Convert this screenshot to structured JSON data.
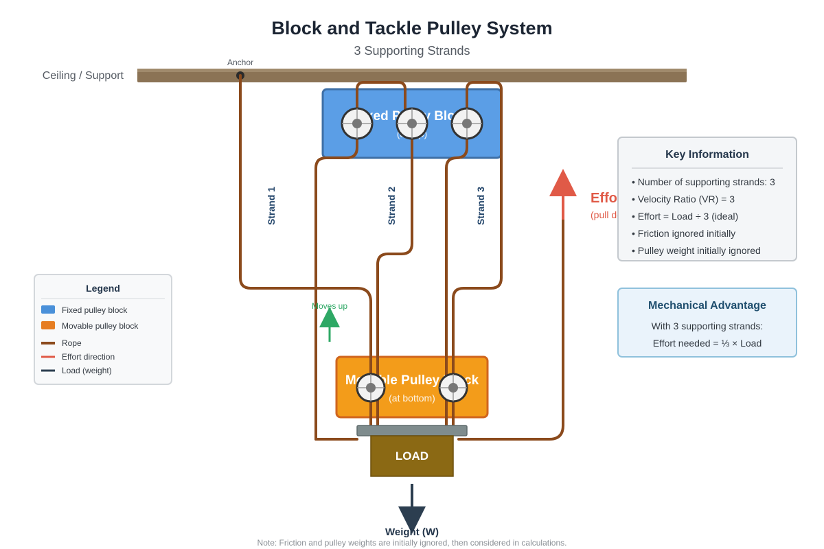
{
  "title": "Block and Tackle Pulley System",
  "subtitle": "3 Supporting Strands",
  "ceiling_label": "Ceiling / Support",
  "anchor_label": "Anchor",
  "fixed_block": {
    "title": "Fixed Pulley Block",
    "subtitle": "(at top)"
  },
  "movable_block": {
    "title": "Movable Pulley Block",
    "subtitle": "(at bottom)"
  },
  "strands": [
    "Strand 1",
    "Strand 2",
    "Strand 3"
  ],
  "moves_up_label": "Moves up",
  "effort": {
    "label": "Effort",
    "sub": "(pull down)"
  },
  "load_label": "LOAD",
  "weight_label": "Weight (W)",
  "legend": {
    "title": "Legend",
    "items": [
      {
        "label": "Fixed pulley block",
        "color": "#4a90d9"
      },
      {
        "label": "Movable pulley block",
        "color": "#e67e22"
      },
      {
        "label": "Rope",
        "color": "#8b4a1c"
      },
      {
        "label": "Effort direction",
        "color": "#e05a47"
      },
      {
        "label": "Load (weight)",
        "color": "#2c3e50"
      }
    ]
  },
  "key_info": {
    "title": "Key Information",
    "items": [
      "• Number of supporting strands: 3",
      "• Velocity Ratio (VR) = 3",
      "• Effort = Load ÷ 3 (ideal)",
      "• Friction ignored initially",
      "• Pulley weight initially ignored"
    ]
  },
  "mechanical_advantage": {
    "title": "Mechanical Advantage",
    "lines": [
      "With 3 supporting strands:",
      "Effort needed = ⅓ × Load"
    ]
  },
  "note": "Note: Friction and pulley weights are initially ignored, then considered in calculations.",
  "colors": {
    "fixed_block": "#5b9ee6",
    "fixed_border": "#3e6fa6",
    "movable_block": "#f39c1a",
    "movable_border": "#d0651d",
    "rope": "#8b4a1c",
    "effort": "#e05a47",
    "load": "#8b6914",
    "moves_up": "#2ea865",
    "ceiling": "#8b7355"
  }
}
